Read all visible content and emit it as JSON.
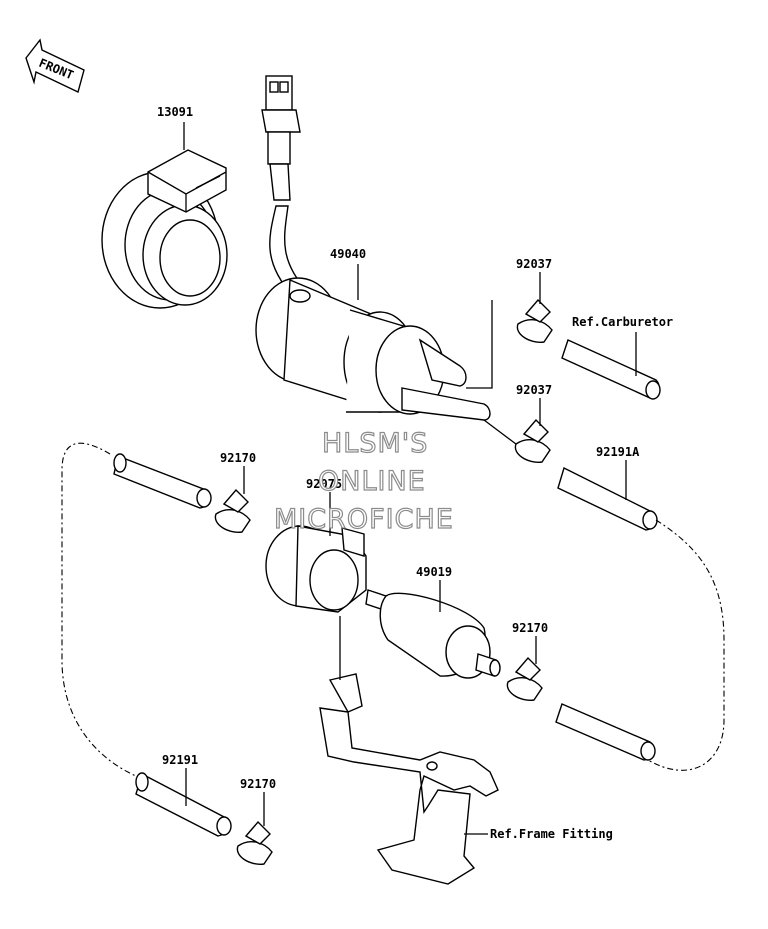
{
  "front_arrow": {
    "text": "FRONT"
  },
  "watermark": {
    "line1": "HLSM'S",
    "line2": "ONLINE",
    "line3": "MICROFICHE"
  },
  "labels": {
    "p13091": "13091",
    "p49040": "49040",
    "p92037a": "92037",
    "p92037b": "92037",
    "ref_carb": "Ref.Carburetor",
    "p92170a": "92170",
    "p92075": "92075",
    "p92191a": "92191A",
    "p49019": "49019",
    "p92170b": "92170",
    "p92191": "92191",
    "p92170c": "92170",
    "ref_frame": "Ref.Frame Fitting"
  }
}
